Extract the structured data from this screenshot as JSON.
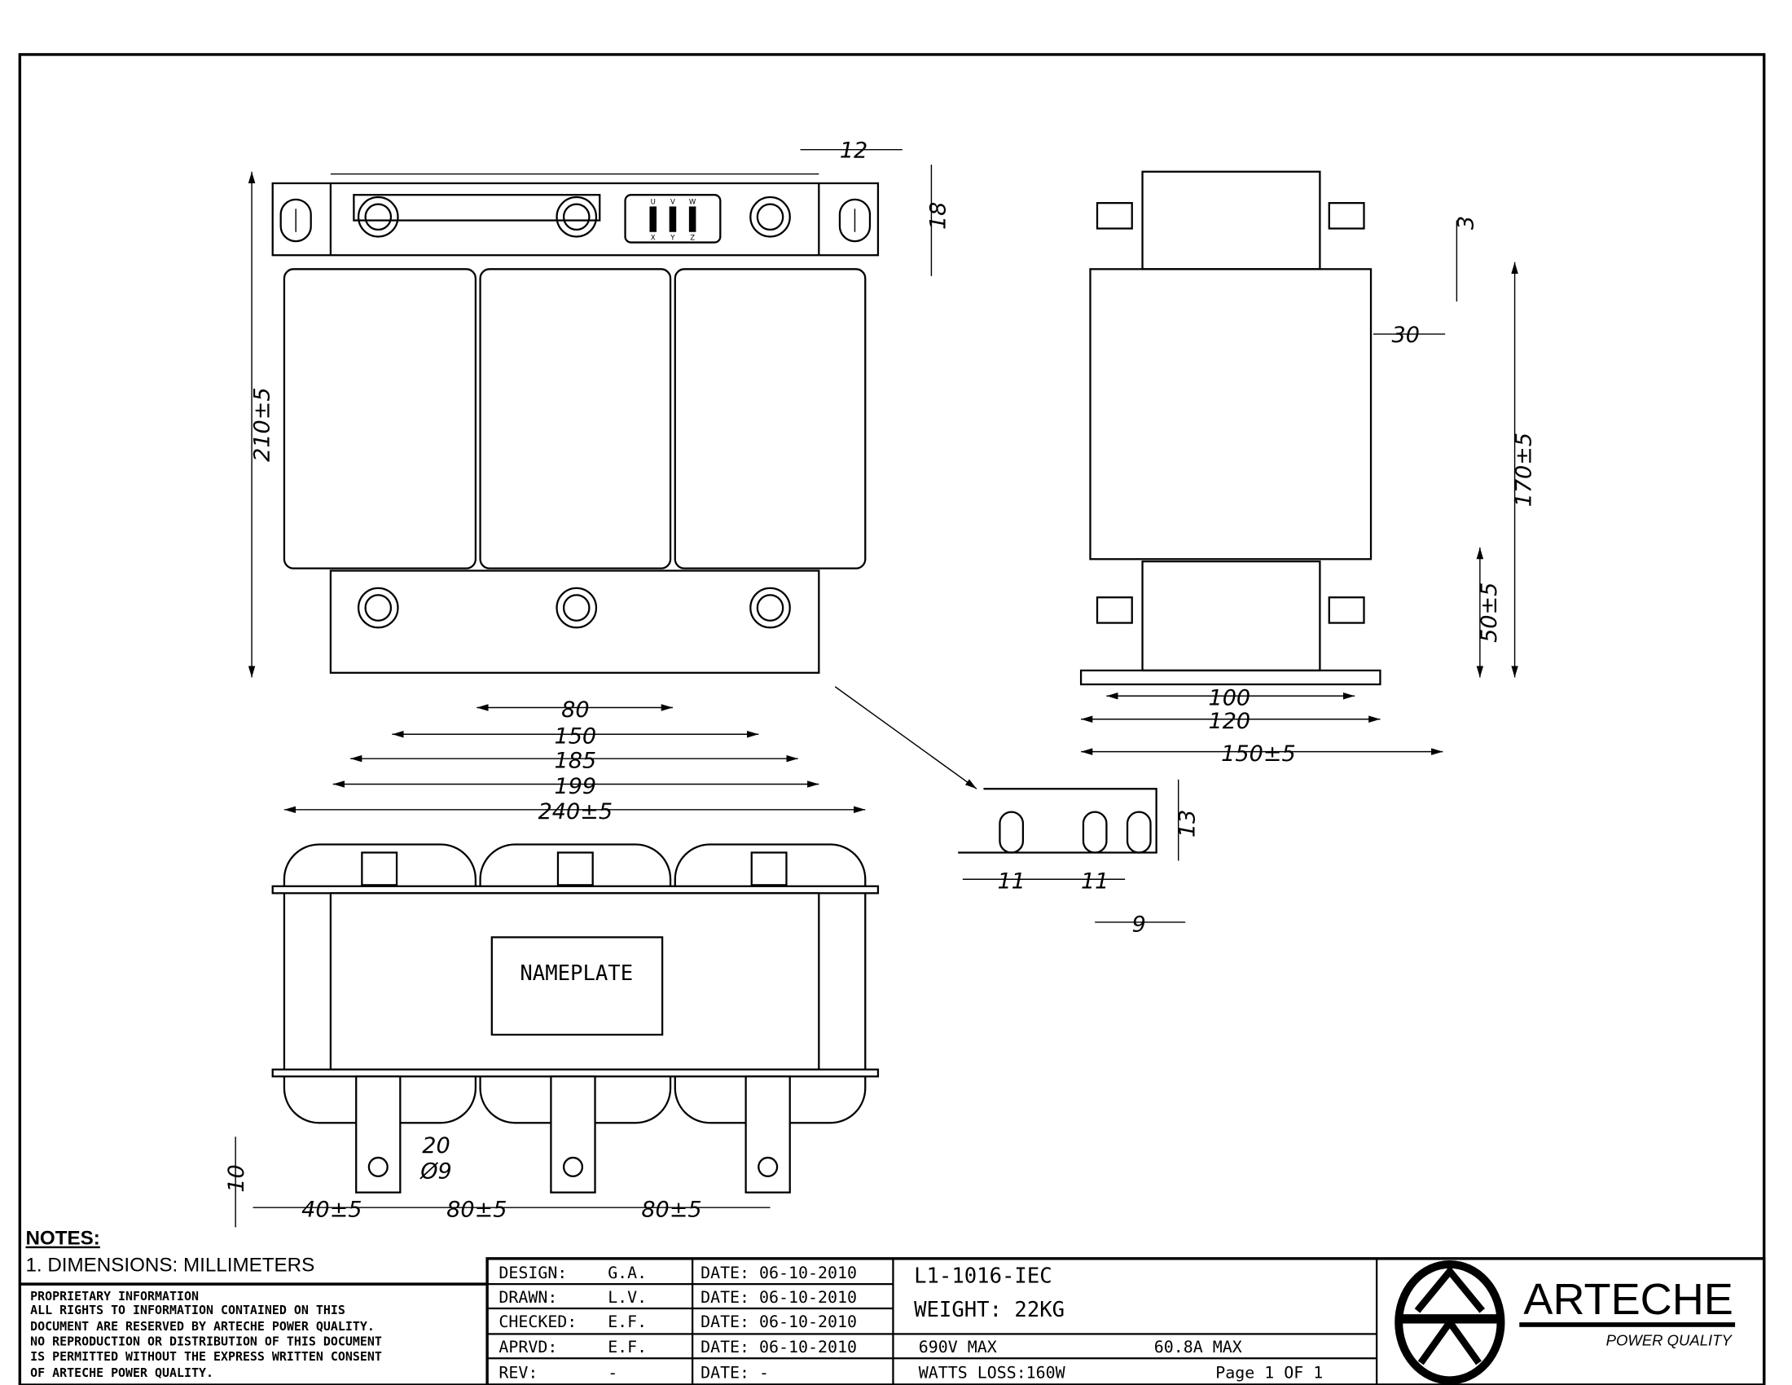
{
  "front_view": {
    "terminal_labels_top": [
      "U",
      "V",
      "W"
    ],
    "terminal_labels_bottom": [
      "X",
      "Y",
      "Z"
    ],
    "dims": {
      "height": "210±5",
      "slot_w": "12",
      "slot_h": "18",
      "d80": "80",
      "d150": "150",
      "d185": "185",
      "d199": "199",
      "width": "240±5"
    }
  },
  "side_view": {
    "dims": {
      "d3": "3",
      "d30": "30",
      "h170": "170±5",
      "h50": "50±5",
      "d100": "100",
      "d120": "120",
      "d150": "150±5"
    }
  },
  "detail_view": {
    "dims": {
      "d13": "13",
      "d11a": "11",
      "d11b": "11",
      "d9": "9"
    }
  },
  "bottom_view": {
    "nameplate": "NAMEPLATE",
    "dims": {
      "d10": "10",
      "d20": "20",
      "hole": "Ø9",
      "d40": "40±5",
      "d80a": "80±5",
      "d80b": "80±5"
    }
  },
  "notes": {
    "title": "NOTES:",
    "items": [
      "1. DIMENSIONS: MILLIMETERS"
    ]
  },
  "proprietary": [
    "PROPRIETARY INFORMATION",
    " ALL RIGHTS TO INFORMATION CONTAINED ON THIS",
    "DOCUMENT ARE RESERVED BY ARTECHE POWER QUALITY.",
    "NO REPRODUCTION OR DISTRIBUTION OF THIS DOCUMENT",
    "IS PERMITTED WITHOUT THE EXPRESS WRITTEN CONSENT",
    "OF ARTECHE POWER QUALITY."
  ],
  "signoffs": [
    {
      "role": "DESIGN:",
      "who": "G.A.",
      "date": "DATE: 06-10-2010"
    },
    {
      "role": "DRAWN:",
      "who": "L.V.",
      "date": "DATE: 06-10-2010"
    },
    {
      "role": "CHECKED:",
      "who": "E.F.",
      "date": "DATE: 06-10-2010"
    },
    {
      "role": "APRVD:",
      "who": "E.F.",
      "date": "DATE: 06-10-2010"
    },
    {
      "role": "REV:",
      "who": "-",
      "date": "DATE: -"
    }
  ],
  "part": {
    "number": "L1-1016-IEC",
    "weight": "WEIGHT: 22KG",
    "voltage": "690V MAX",
    "current": "60.8A MAX",
    "watts_loss": "WATTS LOSS:160W",
    "page": "Page 1 OF 1"
  },
  "logo": {
    "name": "ARTECHE",
    "tagline": "POWER QUALITY"
  }
}
